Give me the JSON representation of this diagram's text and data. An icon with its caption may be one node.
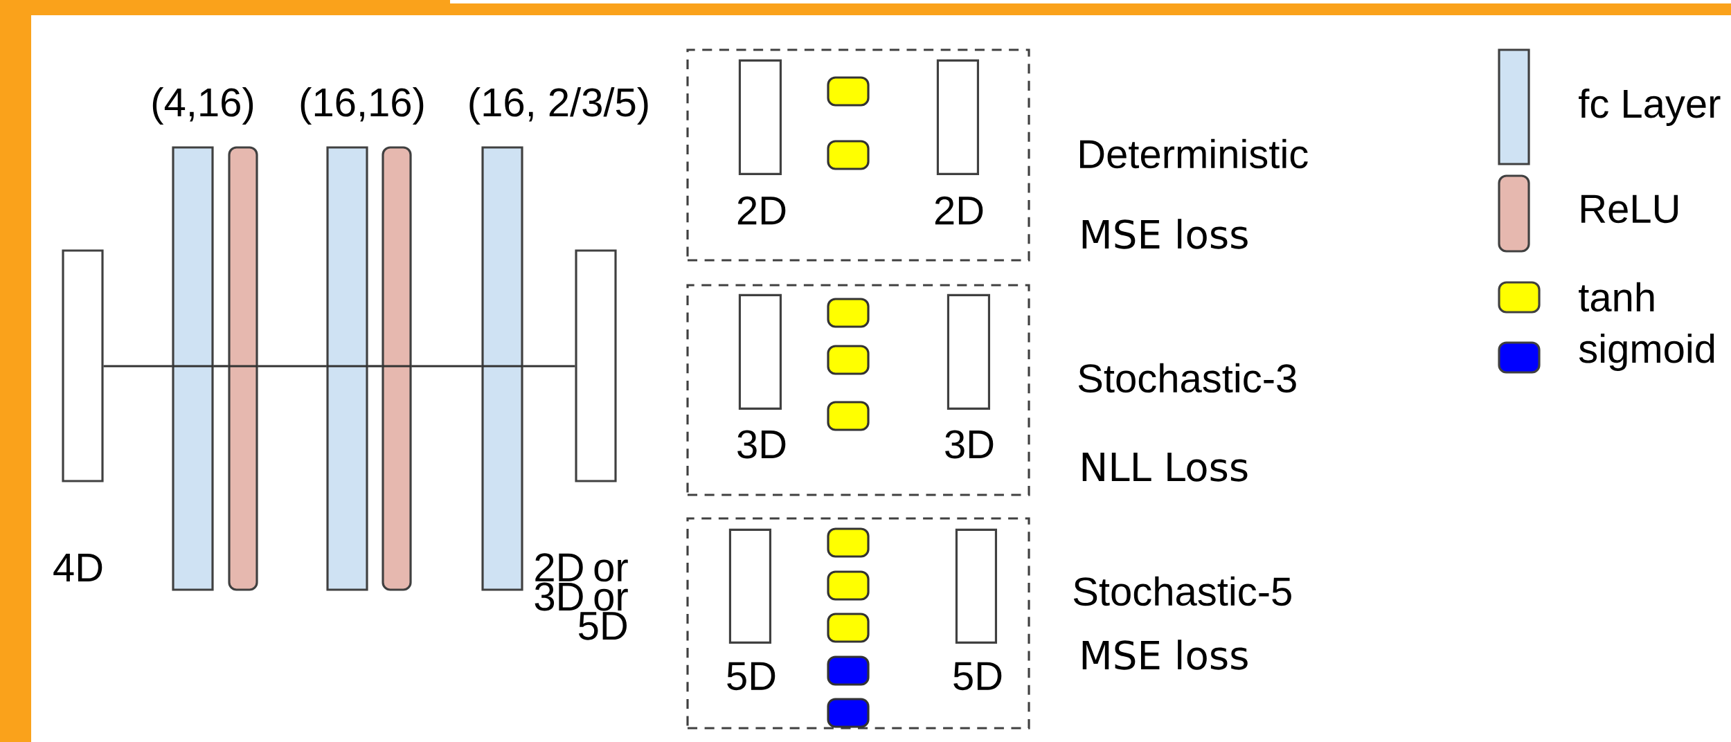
{
  "diagram": {
    "nodes": [
      {
        "text": [],
        "shape": "box",
        "beside": [
          "4D"
        ]
      },
      {
        "text": [],
        "shape": "bar"
      },
      {
        "text": [],
        "shape": "bar"
      },
      {
        "text": [],
        "shape": "bar"
      },
      {
        "text": [],
        "shape": "bar"
      },
      {
        "text": [],
        "shape": "bar"
      },
      {
        "text": [],
        "shape": "box"
      },
      {
        "text": [],
        "shape": "box",
        "beside": [
          "Deterministic",
          "MSE loss"
        ]
      },
      {
        "text": [],
        "shape": "box",
        "in": 7,
        "beside": [
          "2D"
        ]
      },
      {
        "text": [],
        "shape": "box",
        "in": 7,
        "beside": [
          "2D"
        ]
      },
      {
        "text": [],
        "shape": "box",
        "beside": [
          "Stochastic-3",
          "NLL Loss"
        ]
      },
      {
        "text": [],
        "shape": "box",
        "in": 10,
        "beside": [
          "3D"
        ]
      },
      {
        "text": [],
        "shape": "box",
        "in": 10,
        "beside": [
          "3D"
        ]
      },
      {
        "text": [],
        "shape": "box",
        "beside": [
          "Stochastic-5",
          "MSE loss"
        ]
      },
      {
        "text": [],
        "shape": "box",
        "in": 13,
        "beside": [
          "5D"
        ]
      },
      {
        "text": [],
        "shape": "box",
        "in": 13,
        "beside": [
          "5D"
        ]
      }
    ],
    "edges": [
      {
        "from": 0,
        "to": 1,
        "arrow": "none"
      },
      {
        "from": 1,
        "to": 2,
        "arrow": "none"
      },
      {
        "from": 2,
        "to": 3,
        "arrow": "none"
      },
      {
        "from": 3,
        "to": 4,
        "arrow": "none"
      },
      {
        "from": 4,
        "to": 5,
        "arrow": "none"
      },
      {
        "from": 5,
        "to": 6,
        "arrow": "none"
      }
    ],
    "labels": [
      "(4,16)",
      "(16,16)",
      "(16, 2/3/5)",
      "2D or 3D or 5D"
    ],
    "legend": [
      {
        "text": "fc Layer",
        "color": "#cfe2f3"
      },
      {
        "text": "ReLU",
        "color": "#e6b8af"
      },
      {
        "text": "tanh",
        "color": "#ffff00"
      },
      {
        "text": "sigmoid",
        "color": "#0000ff"
      }
    ]
  }
}
